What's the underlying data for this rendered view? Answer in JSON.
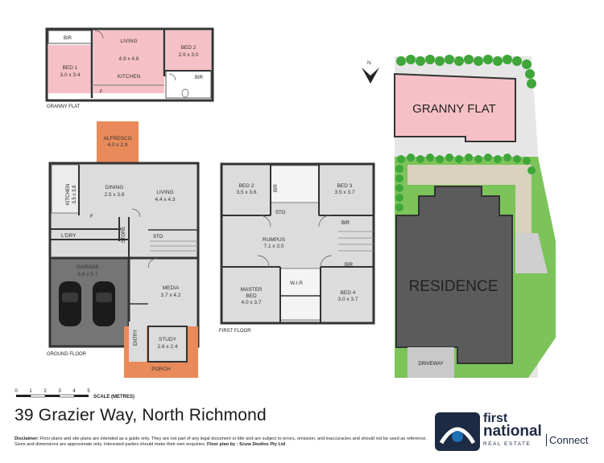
{
  "granny_flat_plan": {
    "label": "GRANNY FLAT",
    "rooms": {
      "living": "LIVING",
      "living_dims": "4.9 x 4.6",
      "kitchen": "KITCHEN",
      "bed1": "BED 1",
      "bed1_dims": "3.0 x 3.4",
      "bed2": "BED 2",
      "bed2_dims": "2.9 x 3.0",
      "bir_a": "BIR",
      "bir_b": "BIR",
      "f": "F"
    }
  },
  "ground_floor": {
    "label": "GROUND FLOOR",
    "rooms": {
      "alfresco": "ALFRESCO",
      "alfresco_dims": "4.0 x 2.9",
      "dining": "DINING",
      "dining_dims": "2.5 x 3.8",
      "living": "LIVING",
      "living_dims": "4.4 x 4.3",
      "kitchen": "KITCHEN",
      "kitchen_dims": "3.5 x 3.8",
      "ldry": "L'DRY",
      "store": "STORE",
      "sto": "STO",
      "garage": "GARAGE",
      "garage_dims": "5.6 x 5.7",
      "media": "MEDIA",
      "media_dims": "3.7 x 4.2",
      "study": "STUDY",
      "study_dims": "2.6 x 2.4",
      "entry": "ENTRY",
      "porch": "PORCH",
      "f": "F"
    }
  },
  "first_floor": {
    "label": "FIRST FLOOR",
    "rooms": {
      "bed2": "BED 2",
      "bed2_dims": "3.5 x 3.6",
      "bed3": "BED 3",
      "bed3_dims": "3.5 x 3.7",
      "rumpus": "RUMPUS",
      "rumpus_dims": "7.1 x 3.5",
      "master": "MASTER",
      "master2": "BED",
      "master_dims": "4.0 x 3.7",
      "wir": "W.I.R",
      "bed4": "BED 4",
      "bed4_dims": "3.0 x 3.7",
      "bir_a": "BIR",
      "bir_b": "BIR",
      "bir_c": "BIR",
      "sto": "STO"
    }
  },
  "site_plan": {
    "north": "N",
    "granny_flat": "GRANNY FLAT",
    "residence": "RESIDENCE",
    "driveway": "DRIVEWAY"
  },
  "scale": {
    "ticks": [
      "0",
      "1",
      "2",
      "3",
      "4",
      "5"
    ],
    "label": "SCALE (METRES)"
  },
  "address": "39 Grazier Way, North Richmond",
  "disclaimer": {
    "heading": "Disclaimer:",
    "text": "Floor plans and site plans are intended as a guide only. They are not part of any legal document or title and are subject to errors, omission, and inaccuracies and should not be used as reference. Sizes and dimensions are approximate only. Interested parties should make their own enquiries.",
    "credit": "Floor plan by : Scuw Studios Pty Ltd"
  },
  "logo": {
    "line1": "first",
    "line2": "national",
    "line3": "REAL ESTATE",
    "line4": "Connect"
  },
  "colors": {
    "granny_bed_pink": "#f6c1c6",
    "room_grey": "#dcdcdc",
    "alfresco_orange": "#e88a5a",
    "garage_grey": "#757575",
    "residence_grey": "#5b5b5b",
    "lawn_green": "#7cc35a",
    "hedge_green": "#3fa63a",
    "logo_navy": "#1d2a44",
    "logo_blue": "#1f6fb3"
  }
}
